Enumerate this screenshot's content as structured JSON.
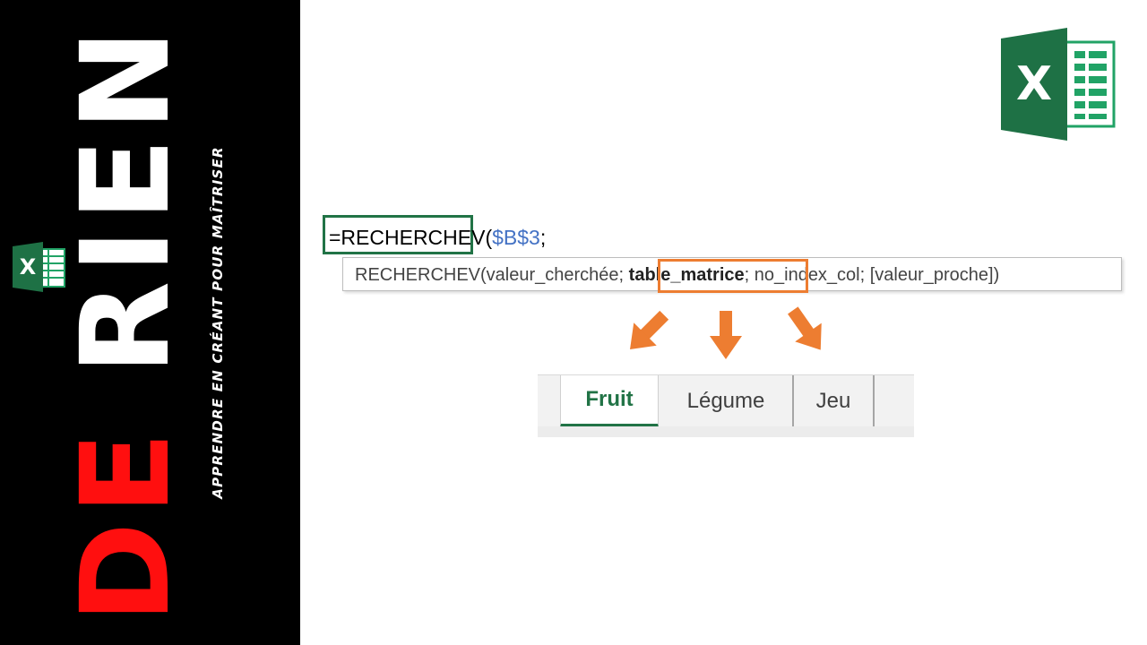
{
  "brand": {
    "title_de": "DE",
    "title_rien": "RIEN",
    "tagline": "Apprendre en créant pour maîtriser",
    "title_color": "#ff0f0f"
  },
  "formula": {
    "prefix": "=RECHERCHEV(",
    "reference": "$B$3",
    "suffix": ";"
  },
  "tooltip": {
    "before": "RECHERCHEV(valeur_cherchée; ",
    "highlighted": "table_matrice",
    "after": "; no_index_col; [valeur_proche])"
  },
  "sheet_tabs": [
    {
      "label": "Fruit",
      "active": true
    },
    {
      "label": "Légume",
      "active": false
    },
    {
      "label": "Jeu",
      "active": false
    }
  ],
  "colors": {
    "excel_green": "#217346",
    "accent_orange": "#ed7d31",
    "reference_blue": "#4472c4"
  },
  "icons": {
    "brand_logo": "excel-icon",
    "top_logo": "excel-icon",
    "arrows": "arrow-down-icon"
  }
}
